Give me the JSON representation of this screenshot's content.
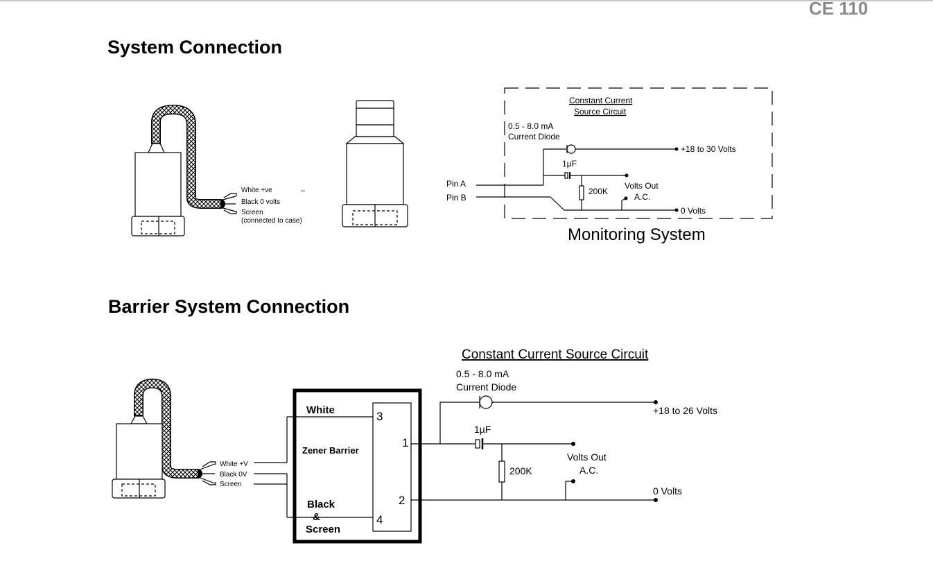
{
  "header": {
    "doc_code": "CE 110"
  },
  "sections": {
    "system": {
      "title": "System Connection"
    },
    "barrier": {
      "title": "Barrier System Connection"
    }
  },
  "top": {
    "cable_labels": {
      "white": "White +ve",
      "black": "Black 0 volts",
      "screen": "Screen",
      "screen_note": "(connected to case)",
      "dash": "–"
    },
    "pins": {
      "a": "Pin A",
      "b": "Pin B"
    },
    "circuit": {
      "title_line1": "Constant Current",
      "title_line2": "Source Circuit",
      "diode_line1": "0.5 - 8.0 mA",
      "diode_line2": "Current Diode",
      "supply": "+18 to 30 Volts",
      "cap": "1µF",
      "resistor": "200K",
      "volts_out_line1": "Volts Out",
      "volts_out_line2": "A.C.",
      "zero": "0 Volts"
    },
    "monitoring_label": "Monitoring System"
  },
  "bottom": {
    "cable_labels": {
      "white": "White +V",
      "black": "Black 0V",
      "screen": "Screen"
    },
    "barrier": {
      "white": "White",
      "zener": "Zener Barrier",
      "black": "Black",
      "amp": "&",
      "screen": "Screen",
      "t3": "3",
      "t4": "4",
      "t1": "1",
      "t2": "2"
    },
    "circuit": {
      "title": "Constant Current Source Circuit",
      "diode_line1": "0.5 - 8.0 mA",
      "diode_line2": "Current Diode",
      "supply": "+18 to 26 Volts",
      "cap": "1µF",
      "resistor": "200K",
      "volts_out_line1": "Volts Out",
      "volts_out_line2": "A.C.",
      "zero": "0 Volts"
    }
  }
}
